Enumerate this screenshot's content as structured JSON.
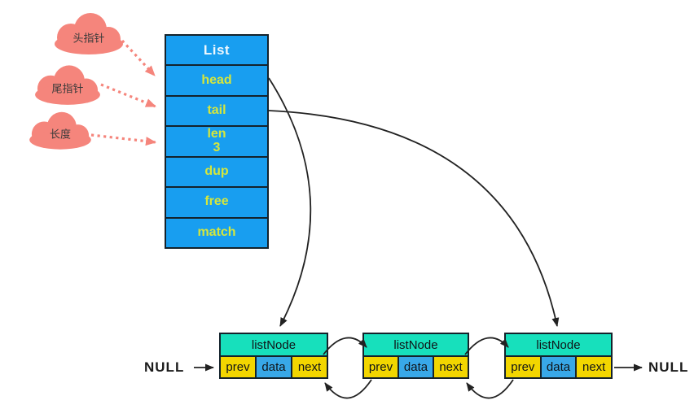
{
  "clouds": [
    {
      "label": "头指针"
    },
    {
      "label": "尾指针"
    },
    {
      "label": "长度"
    }
  ],
  "list_table": {
    "title": "List",
    "rows": [
      "head",
      "tail",
      "len",
      "dup",
      "free",
      "match"
    ],
    "len_value": "3"
  },
  "nodes": [
    {
      "title": "listNode",
      "cells": [
        "prev",
        "data",
        "next"
      ]
    },
    {
      "title": "listNode",
      "cells": [
        "prev",
        "data",
        "next"
      ]
    },
    {
      "title": "listNode",
      "cells": [
        "prev",
        "data",
        "next"
      ]
    }
  ],
  "labels": {
    "null_left": "NULL",
    "null_right": "NULL"
  },
  "colors": {
    "table_blue": "#189ef0",
    "table_row_text": "#d5e63c",
    "table_title_text": "#eef7fd",
    "node_header_teal": "#17e0bc",
    "cell_yellow": "#f2d600",
    "cell_data_blue": "#38a8e8",
    "cloud_salmon": "#f5857c",
    "arrow_black": "#222222",
    "border_dark": "#14222b"
  }
}
